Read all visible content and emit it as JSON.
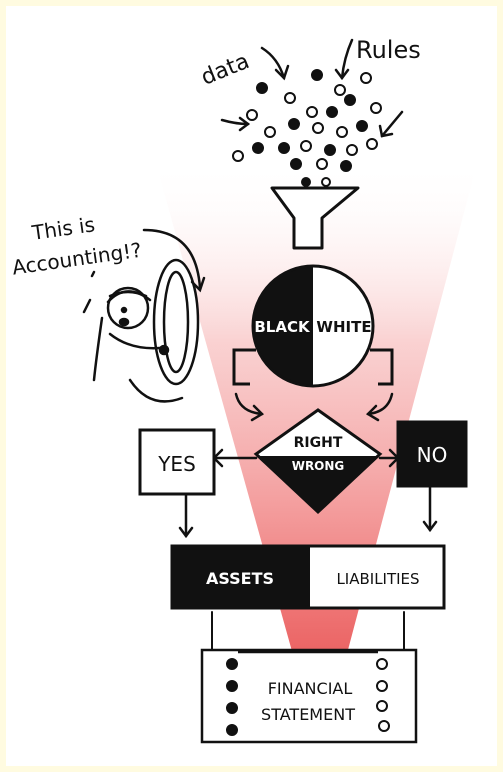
{
  "labels": {
    "data": "data",
    "rules": "Rules",
    "this_is": "This is",
    "accounting": "Accounting!?",
    "black": "BLACK",
    "white": "WHITE",
    "right": "RIGHT",
    "wrong": "WRONG",
    "yes": "YES",
    "no": "NO",
    "assets": "ASSETS",
    "liabilities": "LIABILITIES",
    "financial": "FINANCIAL",
    "statement": "STATEMENT"
  },
  "colors": {
    "page_border": "#fffbe0",
    "funnel_glow": "#f07f7f",
    "ink": "#111111",
    "paper": "#ffffff"
  }
}
